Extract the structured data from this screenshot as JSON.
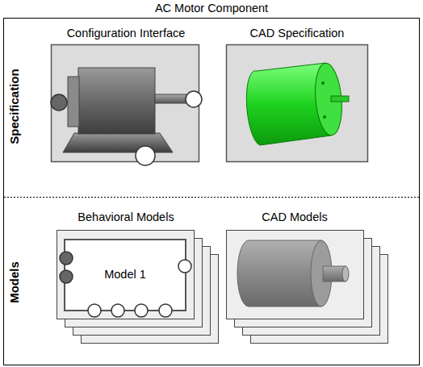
{
  "diagram": {
    "title": "AC Motor Component",
    "nodes": [
      {
        "text": [
          "AC Motor Component"
        ]
      },
      {
        "text": [
          "Configuration Interface"
        ],
        "in": 0
      },
      {
        "text": [
          "CAD Specification"
        ],
        "in": 0
      },
      {
        "text": [
          "Behavioral Models"
        ],
        "in": 0
      },
      {
        "text": [
          "Model 1"
        ],
        "in": 3
      },
      {
        "text": [
          "CAD Models"
        ],
        "in": 0
      }
    ],
    "labels": [
      "Specification",
      "Models"
    ]
  }
}
